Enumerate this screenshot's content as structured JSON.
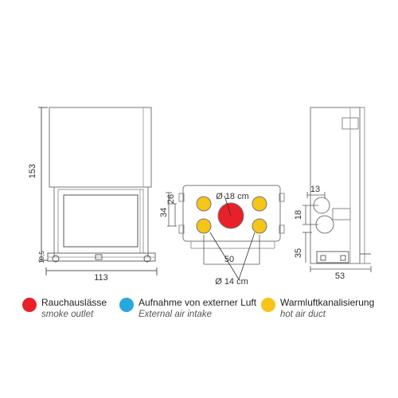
{
  "front_view": {
    "height_label": "153",
    "width_label": "113",
    "small_label": "10,5"
  },
  "top_view": {
    "smoke_diameter_label": "Ø 18 cm",
    "duct_diameter_label": "Ø 14 cm",
    "dim_26": "26",
    "dim_34": "34",
    "dim_50": "50"
  },
  "side_view": {
    "dim_13": "13",
    "dim_18": "18",
    "dim_35": "35",
    "depth_label": "53"
  },
  "legend": [
    {
      "label_de": "Rauchauslässe",
      "label_en": "smoke outlet",
      "color": "#e8202a"
    },
    {
      "label_de": "Aufnahme von externer Luft",
      "label_en": "External air intake",
      "color": "#29a8e0"
    },
    {
      "label_de": "Warmluftkanalisierung",
      "label_en": "hot air duct",
      "color": "#f5c518"
    }
  ]
}
